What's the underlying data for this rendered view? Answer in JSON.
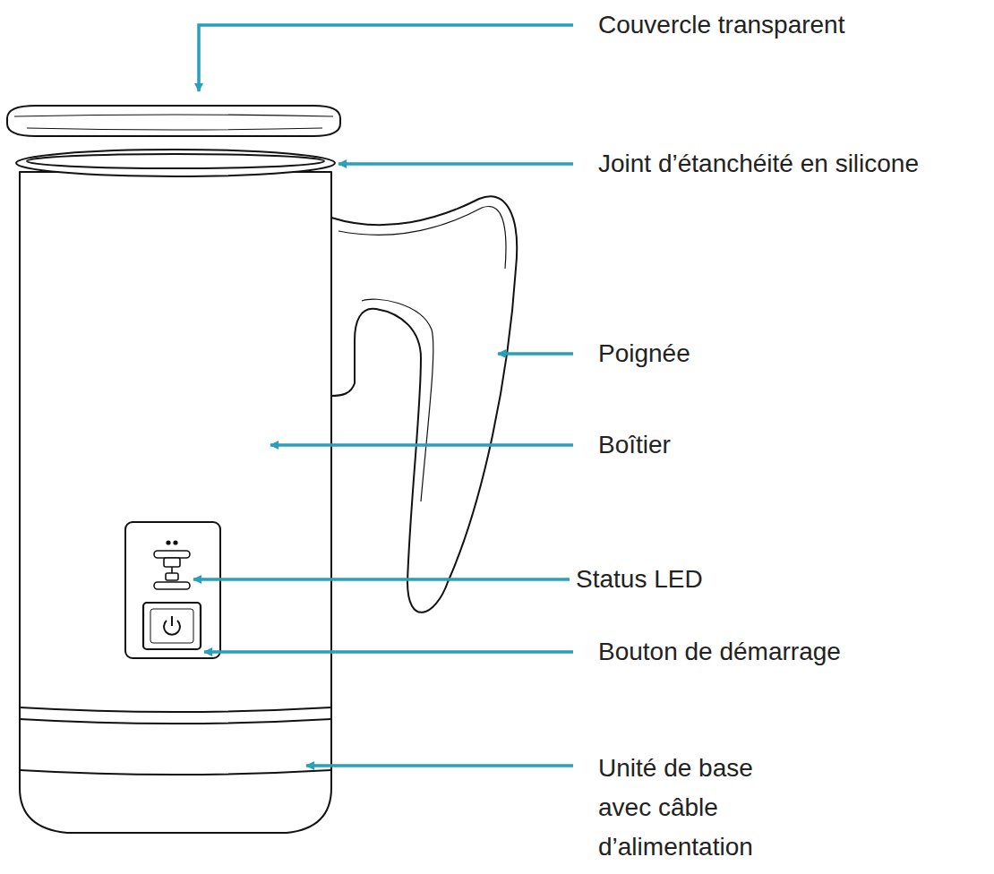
{
  "diagram": {
    "labels": [
      "Couvercle transparent",
      "Joint d’étanchéité en silicone",
      "Poignée",
      "Boîtier",
      "Status LED",
      "Bouton de démarrage",
      "Unité de base avec câble d’alimentation"
    ]
  }
}
